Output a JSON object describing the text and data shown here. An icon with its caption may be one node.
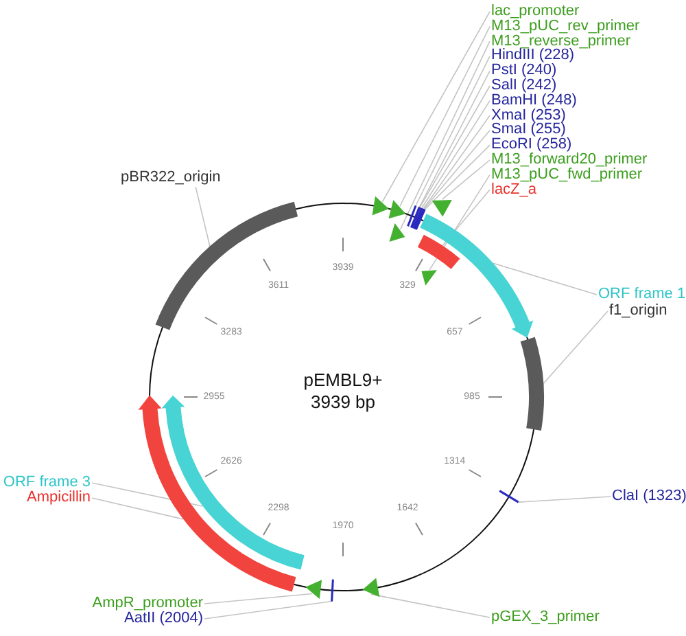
{
  "diagram": {
    "nodes": [
      {
        "text": [
          "lac_promoter"
        ]
      },
      {
        "text": [
          "M13_pUC_rev_primer"
        ]
      },
      {
        "text": [
          "M13_reverse_primer"
        ]
      },
      {
        "text": [
          "HindIII (228)"
        ]
      },
      {
        "text": [
          "PstI (240)"
        ]
      },
      {
        "text": [
          "SalI (242)"
        ]
      },
      {
        "text": [
          "BamHI (248)"
        ]
      },
      {
        "text": [
          "XmaI (253)"
        ]
      },
      {
        "text": [
          "SmaI (255)"
        ]
      },
      {
        "text": [
          "EcoRI (258)"
        ]
      },
      {
        "text": [
          "M13_forward20_primer"
        ]
      },
      {
        "text": [
          "M13_pUC_fwd_primer"
        ]
      },
      {
        "text": [
          "lacZ_a"
        ]
      },
      {
        "text": [
          "pBR322_origin"
        ]
      },
      {
        "text": [
          "ORF frame 1"
        ]
      },
      {
        "text": [
          "f1_origin"
        ]
      },
      {
        "text": [
          "ClaI (1323)"
        ]
      },
      {
        "text": [
          "pGEX_3_primer"
        ]
      },
      {
        "text": [
          "ORF frame 3"
        ]
      },
      {
        "text": [
          "Ampicillin"
        ]
      },
      {
        "text": [
          "AmpR_promoter"
        ]
      },
      {
        "text": [
          "AatII (2004)"
        ]
      },
      {
        "text": [],
        "shape": "triangle"
      },
      {
        "text": [],
        "shape": "triangle"
      },
      {
        "text": [],
        "shape": "triangle"
      },
      {
        "text": [],
        "shape": "line"
      },
      {
        "text": [],
        "shape": "line"
      },
      {
        "text": [],
        "shape": "line"
      },
      {
        "text": [],
        "shape": "line"
      },
      {
        "text": [],
        "shape": "line"
      },
      {
        "text": [],
        "shape": "line"
      },
      {
        "text": [],
        "shape": "line"
      },
      {
        "text": [],
        "shape": "triangle"
      },
      {
        "text": [],
        "shape": "triangle"
      },
      {
        "text": [],
        "shape": "bar"
      },
      {
        "text": [],
        "shape": "bar"
      },
      {
        "text": [],
        "shape": "arrow"
      },
      {
        "text": [],
        "shape": "bar"
      },
      {
        "text": [],
        "shape": "line"
      },
      {
        "text": [],
        "shape": "triangle"
      },
      {
        "text": [],
        "shape": "arrow"
      },
      {
        "text": [],
        "shape": "arrow"
      },
      {
        "text": [],
        "shape": "triangle"
      },
      {
        "text": [],
        "shape": "line"
      }
    ],
    "edges": [
      {
        "from": 0,
        "to": 22,
        "arrow": "none"
      },
      {
        "from": 1,
        "to": 23,
        "arrow": "none"
      },
      {
        "from": 2,
        "to": 24,
        "arrow": "none"
      },
      {
        "from": 3,
        "to": 25,
        "arrow": "none"
      },
      {
        "from": 4,
        "to": 26,
        "arrow": "none"
      },
      {
        "from": 5,
        "to": 27,
        "arrow": "none"
      },
      {
        "from": 6,
        "to": 28,
        "arrow": "none"
      },
      {
        "from": 7,
        "to": 29,
        "arrow": "none"
      },
      {
        "from": 8,
        "to": 30,
        "arrow": "none"
      },
      {
        "from": 9,
        "to": 31,
        "arrow": "none"
      },
      {
        "from": 10,
        "to": 32,
        "arrow": "none"
      },
      {
        "from": 11,
        "to": 33,
        "arrow": "none"
      },
      {
        "from": 12,
        "to": 34,
        "arrow": "none"
      },
      {
        "from": 13,
        "to": 35,
        "arrow": "none"
      },
      {
        "from": 14,
        "to": 36,
        "arrow": "none"
      },
      {
        "from": 15,
        "to": 37,
        "arrow": "none"
      },
      {
        "from": 16,
        "to": 38,
        "arrow": "none"
      },
      {
        "from": 17,
        "to": 39,
        "arrow": "none"
      },
      {
        "from": 18,
        "to": 40,
        "arrow": "none"
      },
      {
        "from": 19,
        "to": 41,
        "arrow": "none"
      },
      {
        "from": 20,
        "to": 42,
        "arrow": "none"
      },
      {
        "from": 21,
        "to": 43,
        "arrow": "none"
      }
    ],
    "labels": [
      "329",
      "657",
      "985",
      "1314",
      "1642",
      "1970",
      "2298",
      "2626",
      "2955",
      "3283",
      "3611",
      "3939",
      "pEMBL9+",
      "3939 bp"
    ]
  }
}
